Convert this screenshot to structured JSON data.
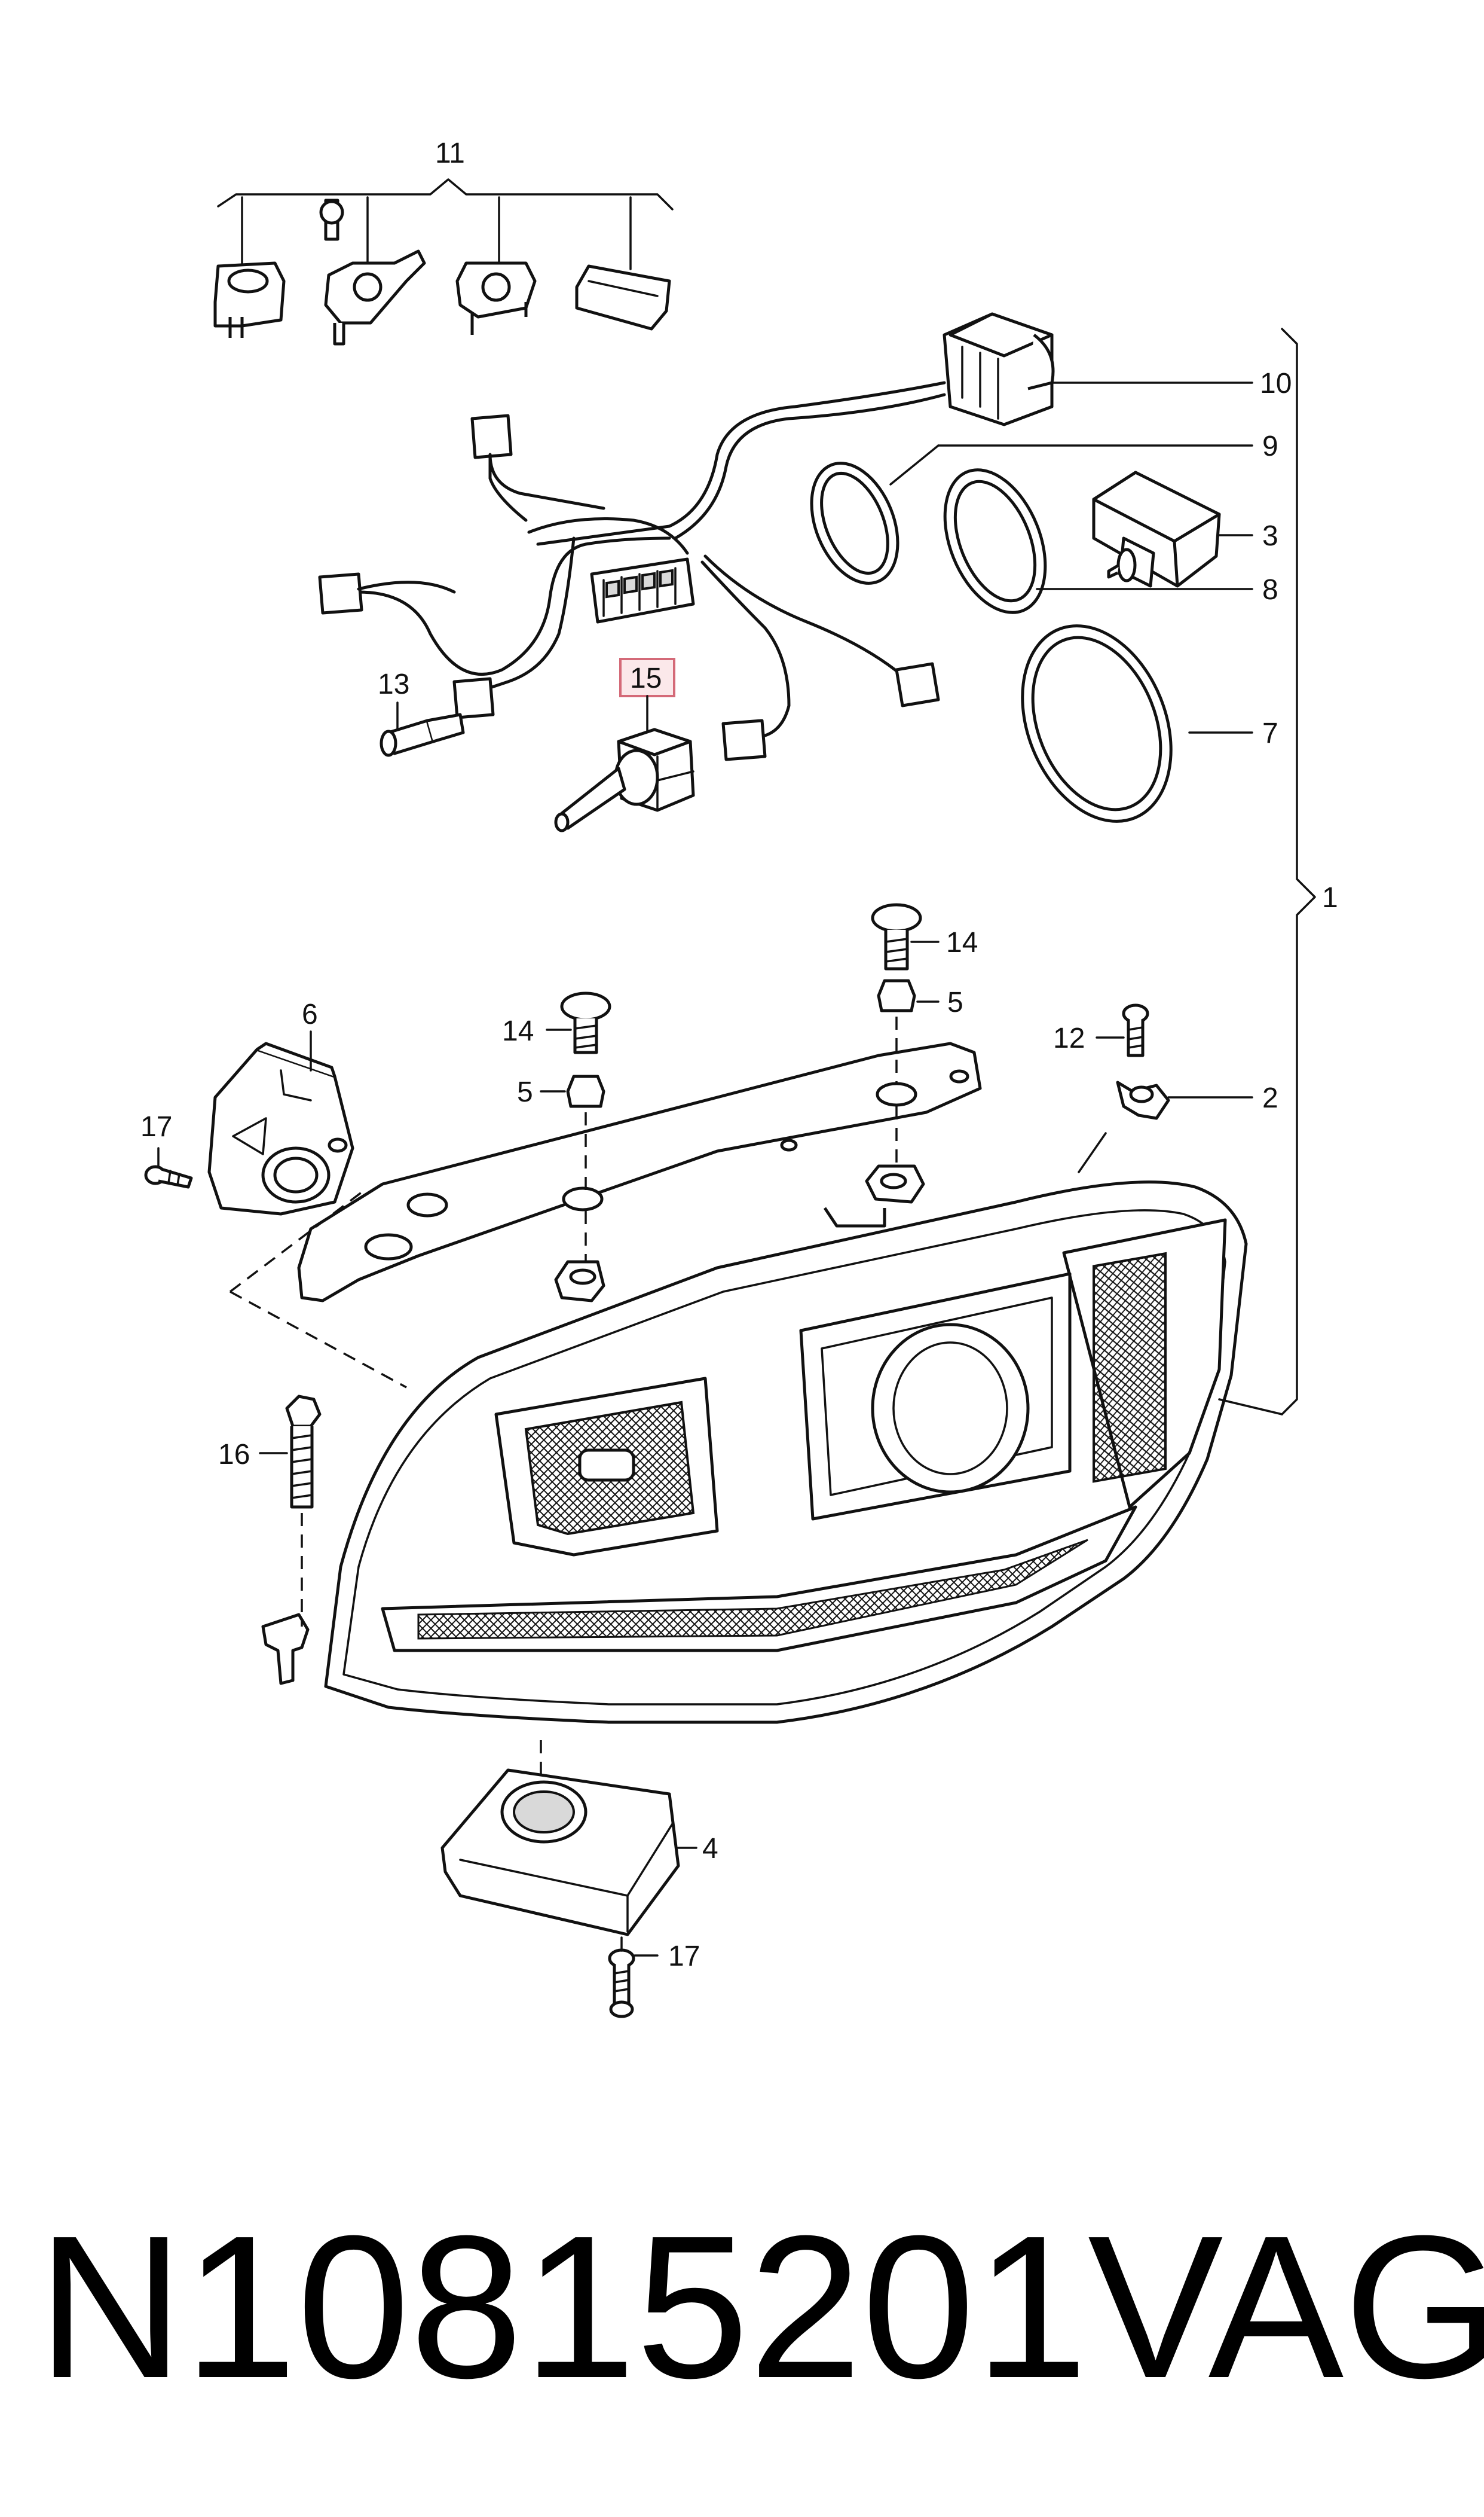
{
  "callouts": {
    "c1": "1",
    "c2": "2",
    "c3": "3",
    "c4": "4",
    "c5a": "5",
    "c5b": "5",
    "c6": "6",
    "c7": "7",
    "c8": "8",
    "c9": "9",
    "c10": "10",
    "c11": "11",
    "c12": "12",
    "c13": "13",
    "c14a": "14",
    "c14b": "14",
    "c15": "15",
    "c16": "16",
    "c17a": "17",
    "c17b": "17"
  },
  "highlighted_callout": "15",
  "highlight_color": "#fbe8ea",
  "footer": {
    "part_number": "N10815201",
    "brand": "VAG"
  }
}
